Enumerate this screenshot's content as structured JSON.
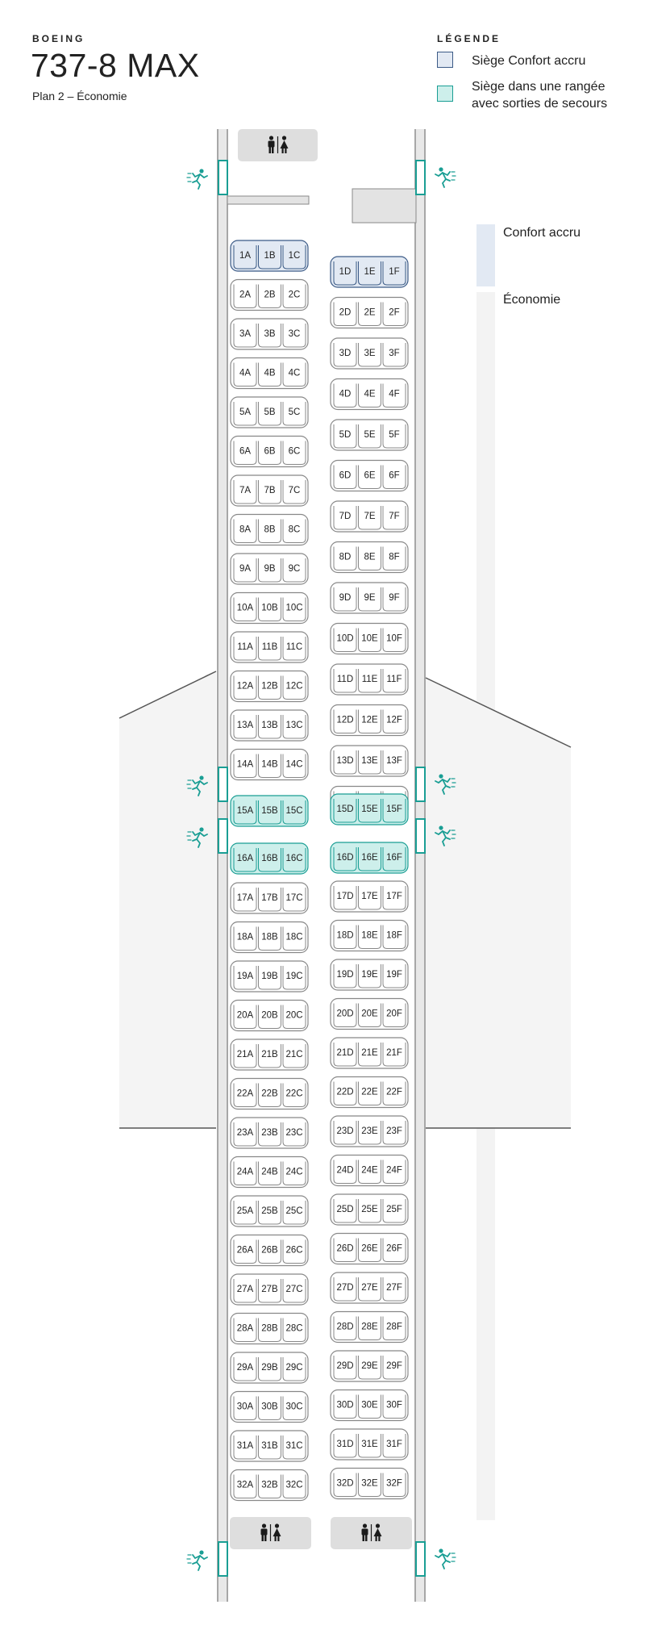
{
  "header": {
    "brand": "BOEING",
    "model": "737-8 MAX",
    "plan": "Plan 2 – Économie"
  },
  "legend": {
    "title": "LÉGENDE",
    "items": [
      {
        "label": "Siège Confort accru",
        "color": "#e2e9f3",
        "border": "#3b5a86"
      },
      {
        "label_line1": "Siège dans une rangée",
        "label_line2": "avec sorties de secours",
        "color": "#cdefeb",
        "border": "#1a9e94"
      }
    ]
  },
  "sections": [
    {
      "label": "Confort accru",
      "color": "#e2e9f3"
    },
    {
      "label": "Économie",
      "color": "#f3f3f3"
    }
  ],
  "colors": {
    "preferred": "#e2e9f3",
    "preferred_border": "#3b5a86",
    "exit_row": "#cdefeb",
    "exit_row_border": "#1a9e94",
    "standard": "#ffffff",
    "standard_border": "#888888",
    "exit_icon": "#1a9e94"
  },
  "icons": {
    "lavatory": "lavatory-icon",
    "emergency_exit": "emergency-exit-icon"
  },
  "seating": {
    "first_row": 1,
    "last_row": 32,
    "left_letters": [
      "A",
      "B",
      "C"
    ],
    "right_letters": [
      "D",
      "E",
      "F"
    ],
    "preferred_rows": [
      1
    ],
    "exit_rows": [
      15,
      16
    ]
  }
}
